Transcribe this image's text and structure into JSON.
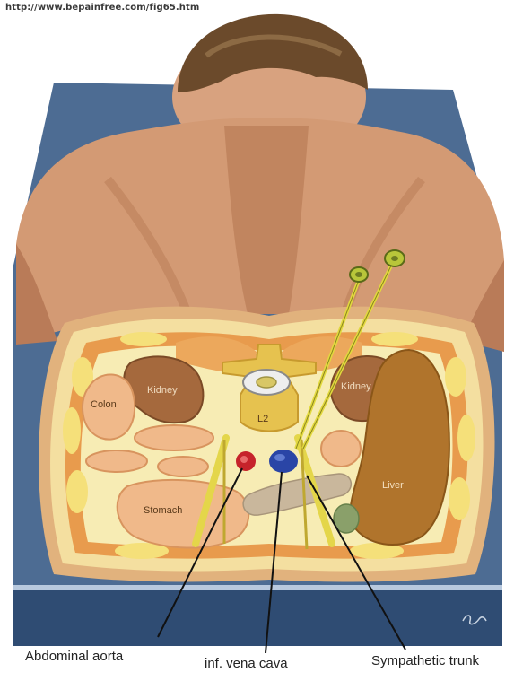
{
  "source_url": "http://www.bepainfree.com/fig65.htm",
  "labels": {
    "colon": "Colon",
    "kidney_left": "Kidney",
    "kidney_right": "Kidney",
    "vertebra": "L2",
    "liver": "Liver",
    "stomach": "Stomach"
  },
  "callouts": {
    "aorta": "Abdominal aorta",
    "ivc": "inf. vena cava",
    "trunk": "Sympathetic trunk"
  },
  "colors": {
    "table_blue": "#4a6a92",
    "skin": "#d7a07a",
    "fat_yellow": "#f4eaa7",
    "muscle_orange": "#e79b4a",
    "kidney_brown": "#a86e3f",
    "liver_brown": "#b0742c",
    "aorta_red": "#c8232b",
    "ivc_blue": "#2a45a6",
    "needle_yellow": "#e2d93e"
  }
}
